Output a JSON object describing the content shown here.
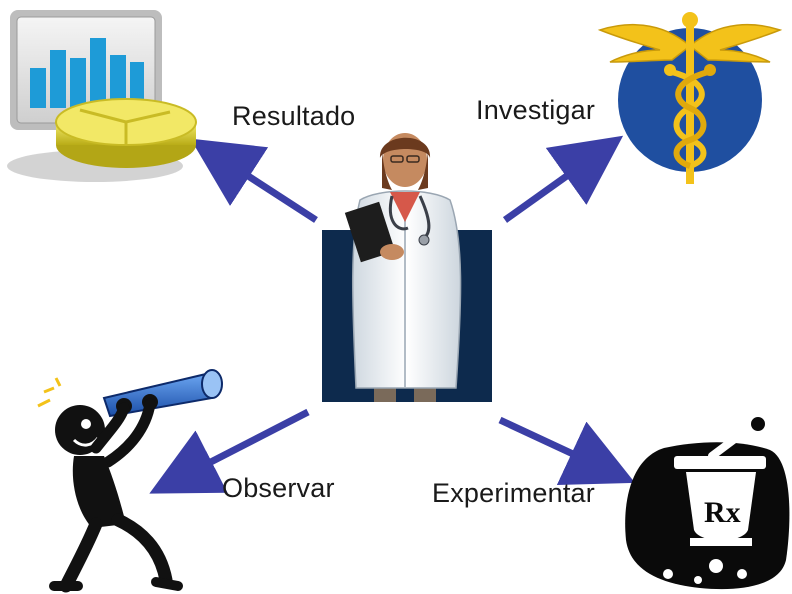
{
  "labels": {
    "resultado": "Resultado",
    "investigar": "Investigar",
    "observar": "Observar",
    "experimentar": "Experimentar"
  },
  "rx_symbol": "Rx",
  "colors": {
    "arrow": "#3b3fa6",
    "doctor_background": "#0d2a4d",
    "caduceus_circle": "#1f4fa0",
    "caduceus_gold": "#f3c21a",
    "chart_bars": "#1e9bd7",
    "coin": "#e6d93a",
    "telescope": "#2e6fd0"
  },
  "icons": {
    "top_left": "chart-and-coin-icon",
    "top_right": "caduceus-icon",
    "center": "doctor-figure",
    "bottom_left": "telescope-person-icon",
    "bottom_right": "mortar-pestle-rx-icon"
  }
}
